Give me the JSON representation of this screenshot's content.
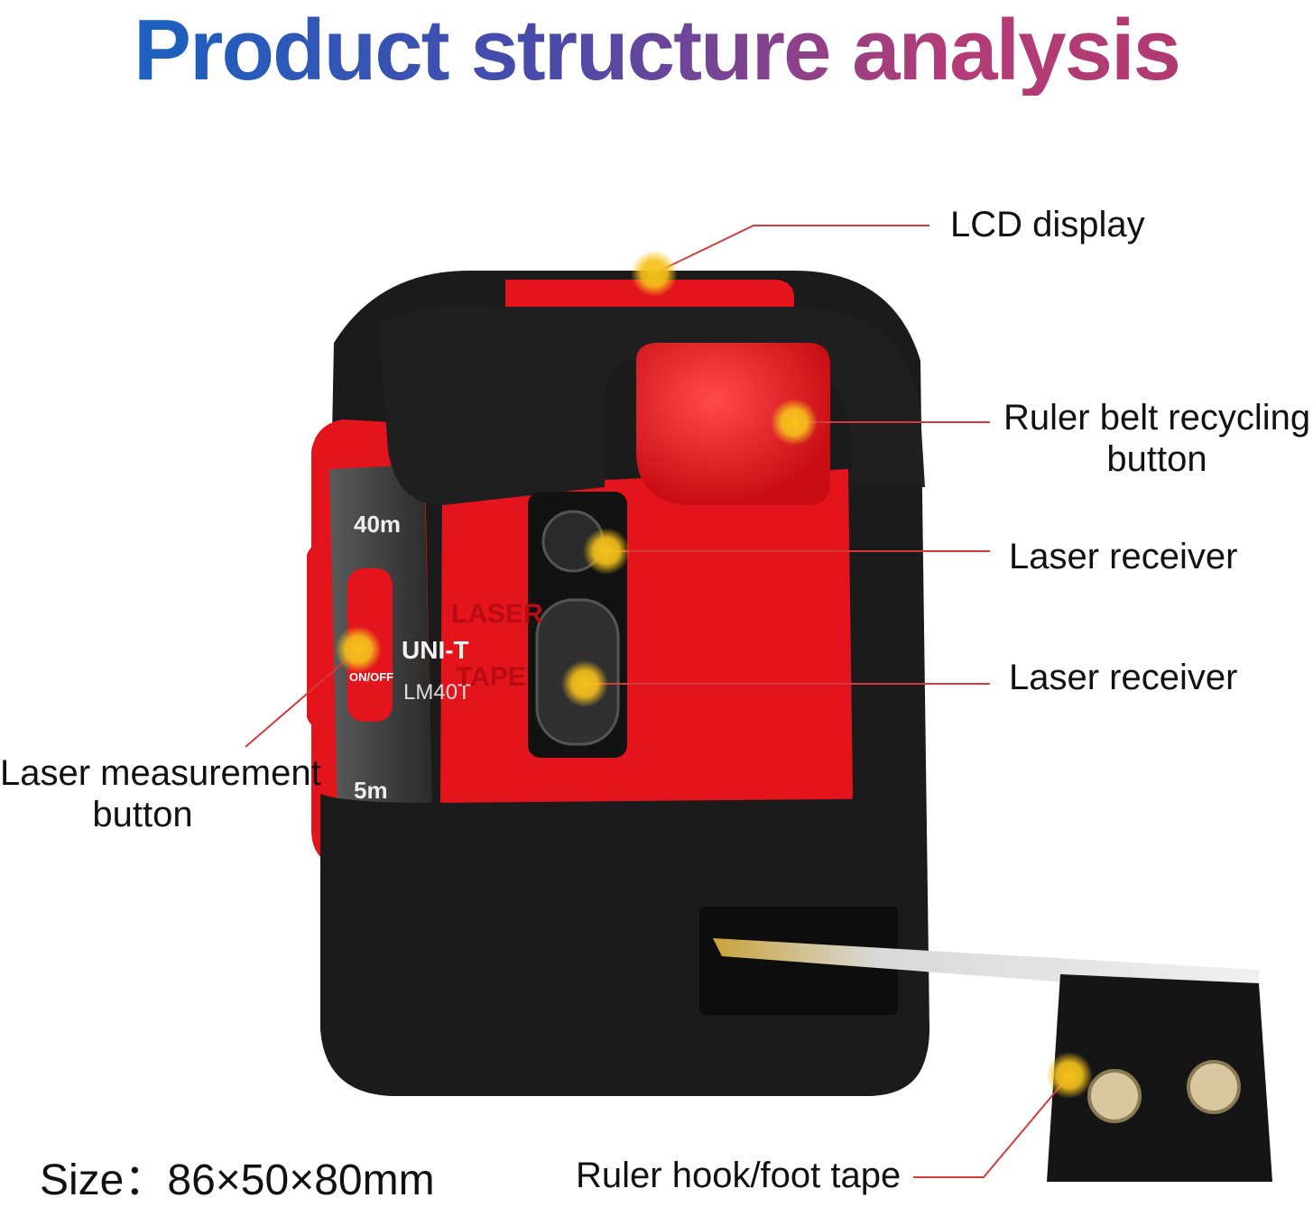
{
  "title": "Product structure analysis",
  "callouts": {
    "lcd_display": "LCD display",
    "recycling_button_line1": "Ruler belt recycling",
    "recycling_button_line2": "button",
    "laser_receiver_1": "Laser receiver",
    "laser_receiver_2": "Laser receiver",
    "laser_button_line1": "Laser measurement",
    "laser_button_line2": "button",
    "ruler_hook": "Ruler hook/foot tape"
  },
  "size_text": "Size：86×50×80mm",
  "device_markings": {
    "brand": "UNI-T",
    "model": "LM40T",
    "side_text_1": "LASER",
    "side_text_2": "TAPE",
    "range_top": "40m",
    "range_bottom": "5m",
    "button_text": "ON/OFF"
  },
  "colors": {
    "device_red": "#e3141c",
    "device_black": "#1a1a1a",
    "leader_line": "#d33a3a",
    "marker_dot": "#f6c21c"
  }
}
